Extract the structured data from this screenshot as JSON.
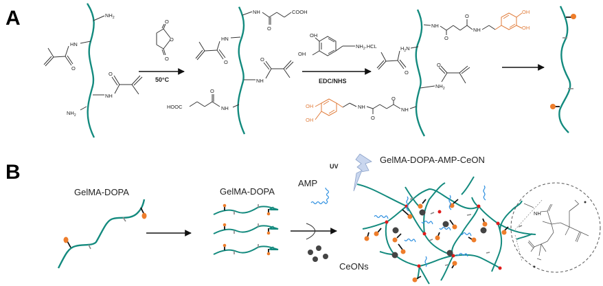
{
  "figure": {
    "panels": [
      {
        "id": "A",
        "label": "A",
        "steps": [
          {
            "reagent": "succinic anhydride",
            "condition": "50°C"
          },
          {
            "reagent_label": "NH2.HCL",
            "condition": "EDC/NHS"
          },
          {
            "condition": ""
          }
        ],
        "structure_labels": {
          "nh2": "NH",
          "nh2_sub": "2",
          "hn": "HN",
          "nh": "NH",
          "h2n": "H",
          "h2n_sub": "2",
          "h2n_n": "N",
          "cooh": "COOH",
          "hooc": "HOOC",
          "o": "O",
          "oh": "OH",
          "nh2hcl": "NH",
          "nh2hcl_sub": "2",
          "nh2hcl_rest": ".HCL"
        }
      },
      {
        "id": "B",
        "label": "B",
        "labels": {
          "gelma_dopa_1": "GelMA-DOPA",
          "gelma_dopa_2": "GelMA-DOPA",
          "uv": "UV",
          "amp": "AMP",
          "ceons": "CeONs",
          "product": "GelMA-DOPA-AMP-CeON"
        }
      }
    ],
    "colors": {
      "chain": "#138a7e",
      "dopa": "#ee7d2b",
      "amp": "#2d8fe0",
      "ceon": "#444444",
      "crosslink": "#e01b1b",
      "uv_bolt": "#c9d6ee"
    }
  }
}
